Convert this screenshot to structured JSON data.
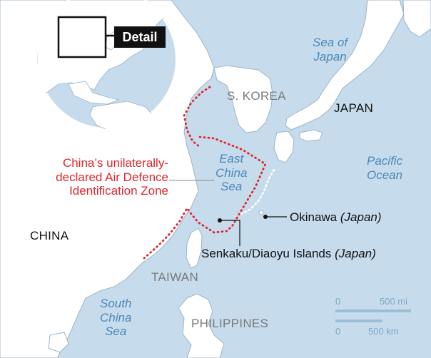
{
  "inset": {
    "detail_label": "Detail"
  },
  "countries": {
    "s_korea": "S. KOREA",
    "japan": "JAPAN",
    "china": "CHINA",
    "taiwan": "TAIWAN",
    "philippines": "PHILIPPINES"
  },
  "water_bodies": {
    "sea_of_japan": [
      "Sea of",
      "Japan"
    ],
    "east_china_sea": [
      "East",
      "China",
      "Sea"
    ],
    "pacific_ocean": [
      "Pacific",
      "Ocean"
    ],
    "south_china_sea": [
      "South",
      "China",
      "Sea"
    ]
  },
  "adiz_label": [
    "China’s unilaterally-",
    "declared Air Defence",
    "Identification Zone"
  ],
  "callouts": {
    "okinawa": {
      "name": "Okinawa",
      "note": "(Japan)"
    },
    "senkaku": {
      "name": "Senkaku/Diaoyu Islands",
      "note": "(Japan)"
    }
  },
  "scale_bar": {
    "mi_zero": "0",
    "mi_value": "500 mi",
    "km_zero": "0",
    "km_value": "500 km"
  },
  "colors": {
    "sea": "#c6dcec",
    "land": "#ffffff",
    "adiz_line": "#e0262b",
    "water_text": "#4d87b8"
  }
}
